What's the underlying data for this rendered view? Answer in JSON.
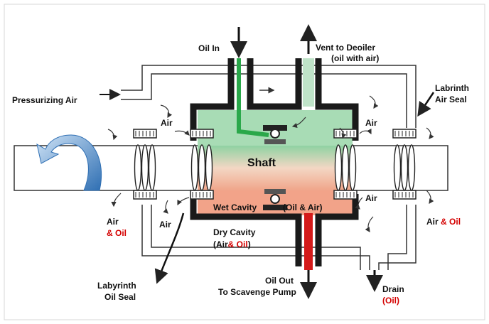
{
  "labels": {
    "oil_in": "Oil In",
    "vent_line1": "Vent to Deoiler",
    "vent_line2": "(oil with air)",
    "pressurizing_air": "Pressurizing Air",
    "labrinth_line1": "Labrinth",
    "labrinth_line2": "Air Seal",
    "air": "Air",
    "shaft": "Shaft",
    "wet_cavity": "Wet Cavity",
    "oil_and_air": "(Oil & Air)",
    "amp_oil": "& Oil",
    "dry_cavity": "Dry Cavity",
    "dry_open": "(Air",
    "dry_amp_oil": "& Oil",
    "dry_close": ")",
    "labyrinth_line1": "Labyrinth",
    "labyrinth_line2": "Oil Seal",
    "oil_out": "Oil Out",
    "scavenge": "To Scavenge Pump",
    "drain": "Drain",
    "drain_oil": "(Oil)",
    "right_air": "Air",
    "right_amp": "&",
    "right_oil": "Oil"
  },
  "colors": {
    "housing": "#1a1a1a",
    "oil_supply": "#2aa84a",
    "oil_return": "#d41a1a",
    "air_region": "#bfe3c8",
    "wet_region": "#f2a389",
    "rotation_arrow": "#2f6fb3",
    "red_text": "#d40000"
  },
  "icons": {
    "rotation": "curved-arrow-icon",
    "flow": "arrow-icon"
  }
}
